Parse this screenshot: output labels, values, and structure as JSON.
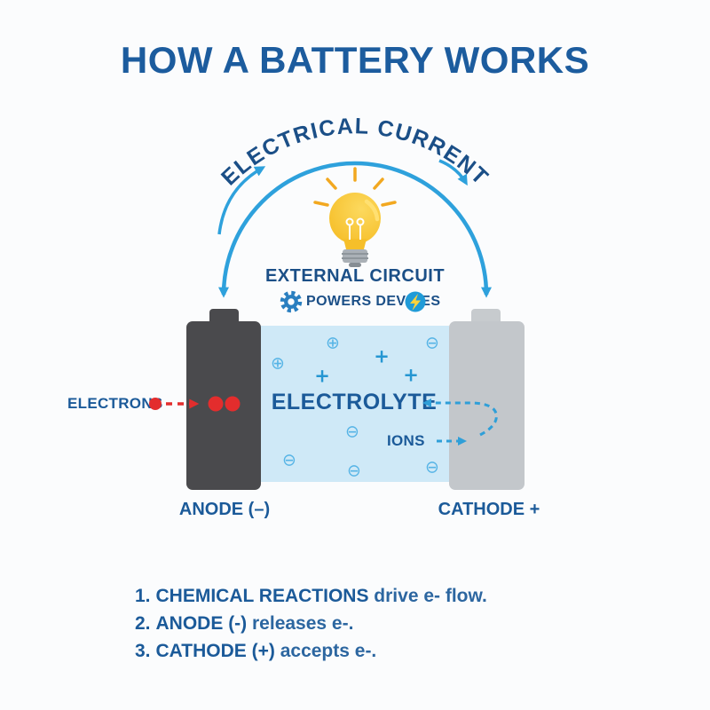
{
  "title": "HOW A BATTERY WORKS",
  "circuit": {
    "arc_label": "ELECTRICAL CURRENT",
    "external_circuit_label": "EXTERNAL CIRCUIT",
    "powers_devices_label": "POWERS DEVICES"
  },
  "battery": {
    "electrons_label": "ELECTRONS",
    "electrolyte_label": "ELECTROLYTE",
    "ions_label": "IONS",
    "anode_label": "ANODE (–)",
    "cathode_label": "CATHODE +",
    "ion_symbols": [
      "⊕",
      "⊕",
      "⊖",
      "+",
      "+",
      "+",
      "⊖",
      "⊖",
      "⊖",
      "⊖"
    ]
  },
  "notes": [
    {
      "num": "1.",
      "strong": "CHEMICAL REACTIONS",
      "rest": " drive e- flow."
    },
    {
      "num": "2.",
      "strong": "ANODE (-)",
      "rest": " releases e-."
    },
    {
      "num": "3.",
      "strong": "CATHODE (+)",
      "rest": " accepts e-."
    }
  ],
  "colors": {
    "heading_blue": "#1c5c9e",
    "arc_blue": "#2ea1dc",
    "electrolyte_fill": "#cfe9f7",
    "anode_gray": "#4a4a4d",
    "cathode_gray": "#c3c7cb",
    "electron_red": "#e32d2d",
    "bulb_yellow": "#f7c32e"
  }
}
